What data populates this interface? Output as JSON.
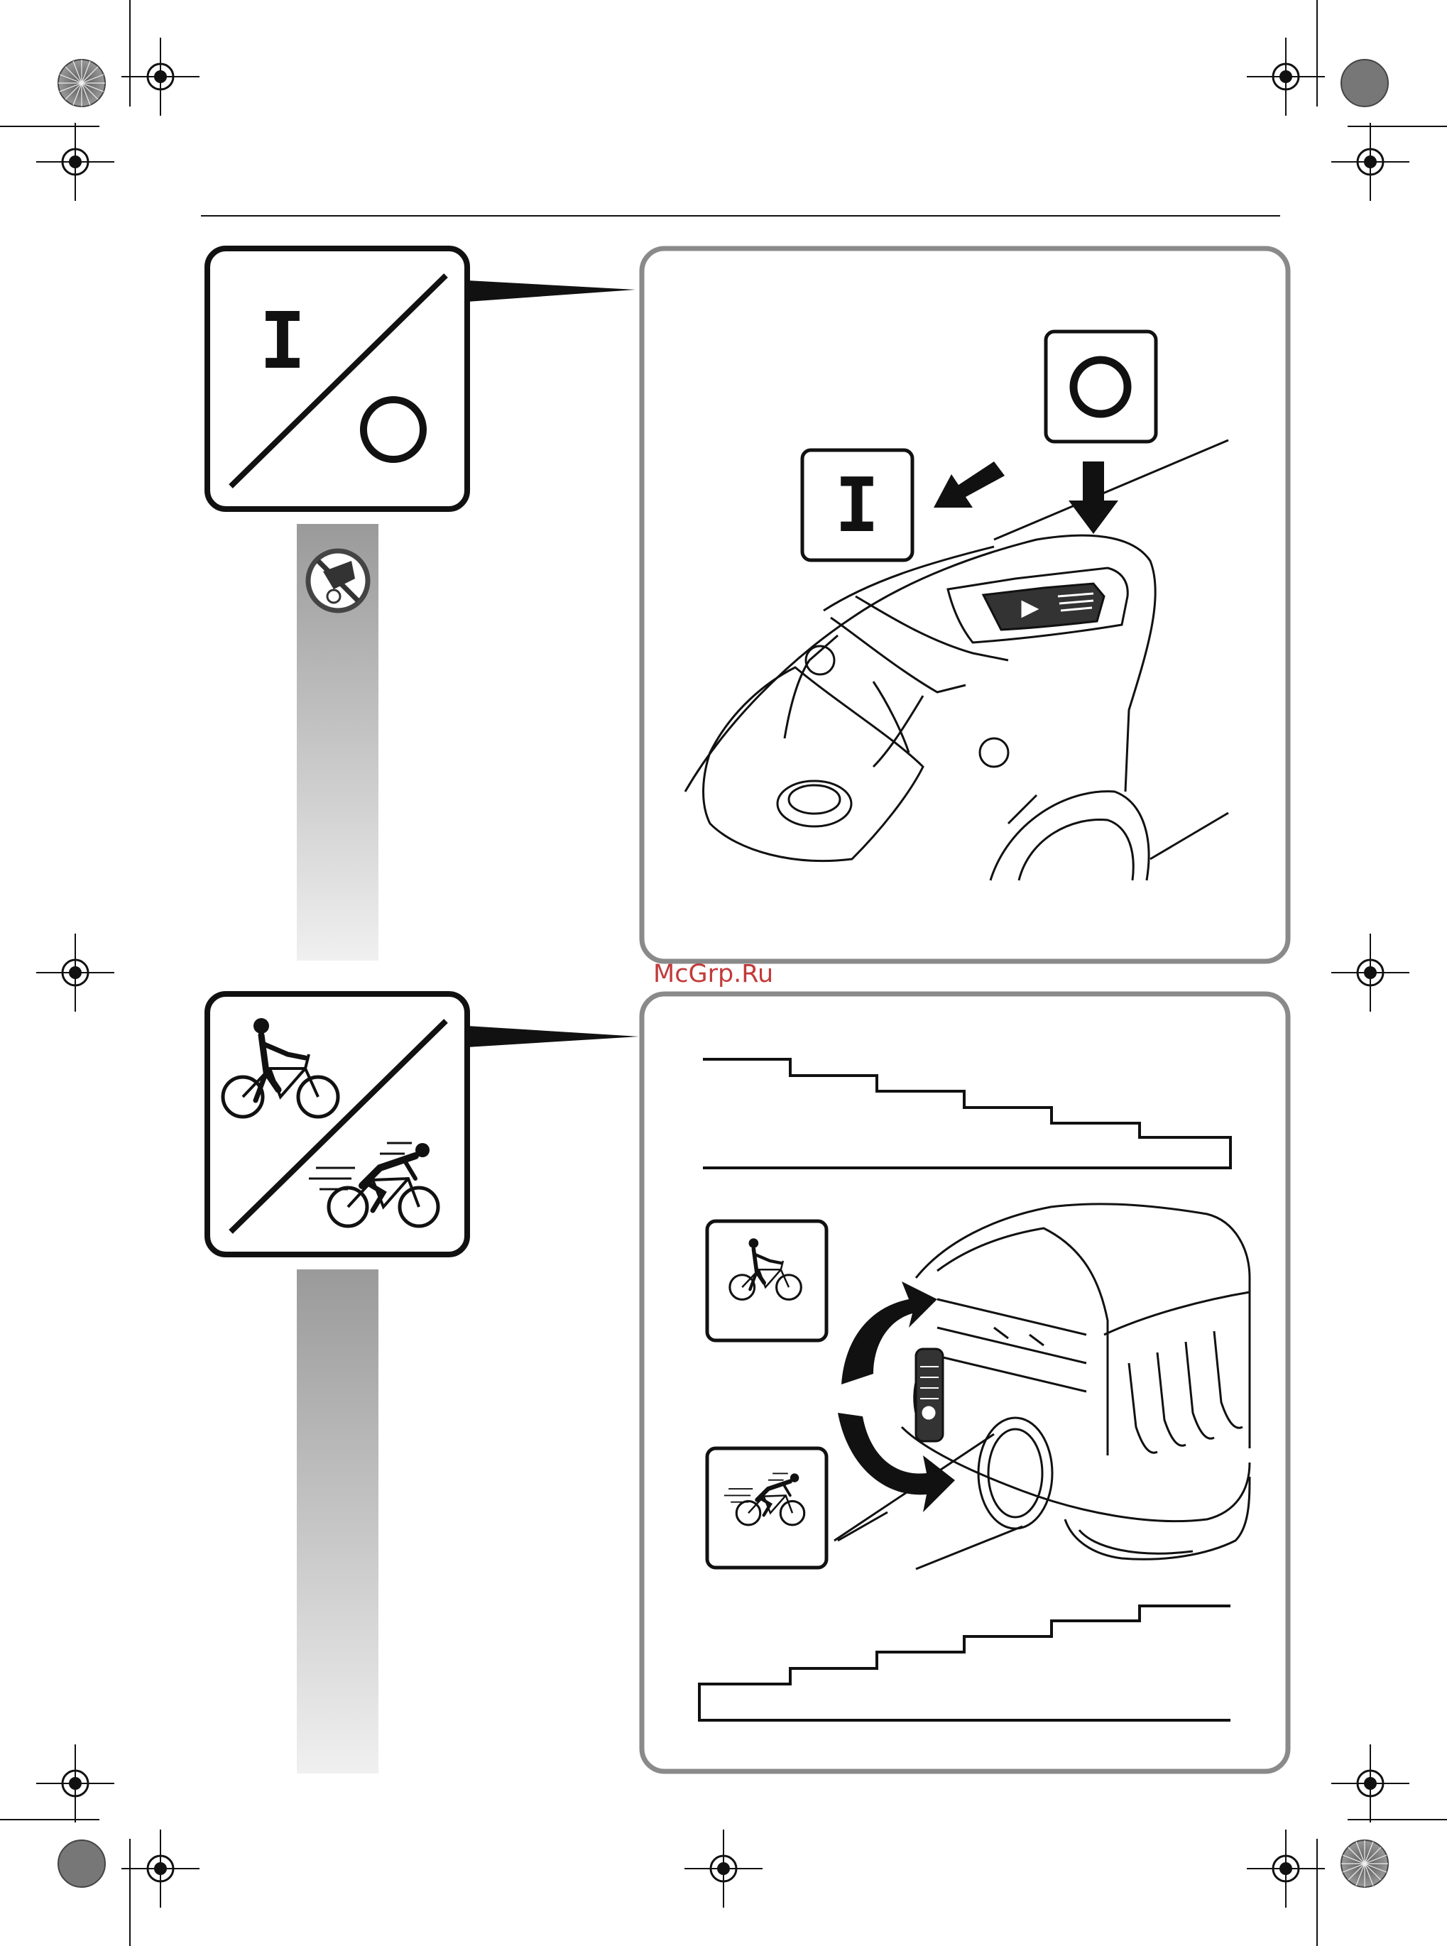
{
  "page": {
    "watermark": "McGrp.Ru"
  },
  "panel_on_off": {
    "symbol_on": "I",
    "symbol_off": "O",
    "callout_on": "I",
    "callout_off": "O"
  },
  "panel_speed": {
    "symbols": [
      "slow-cyclist-icon",
      "fast-cyclist-icon"
    ]
  },
  "icons": [
    "registration-mark-icon",
    "no-hand-on-disc-icon",
    "bicycle-icon",
    "rotation-arrow-icon",
    "push-arrow-icon"
  ],
  "colors": {
    "line": "#111111",
    "frame": "#8a8a8a",
    "watermark": "#c33a3a",
    "gray_bar_top": "#9a9a9a",
    "gray_bar_bottom": "#efefef"
  }
}
